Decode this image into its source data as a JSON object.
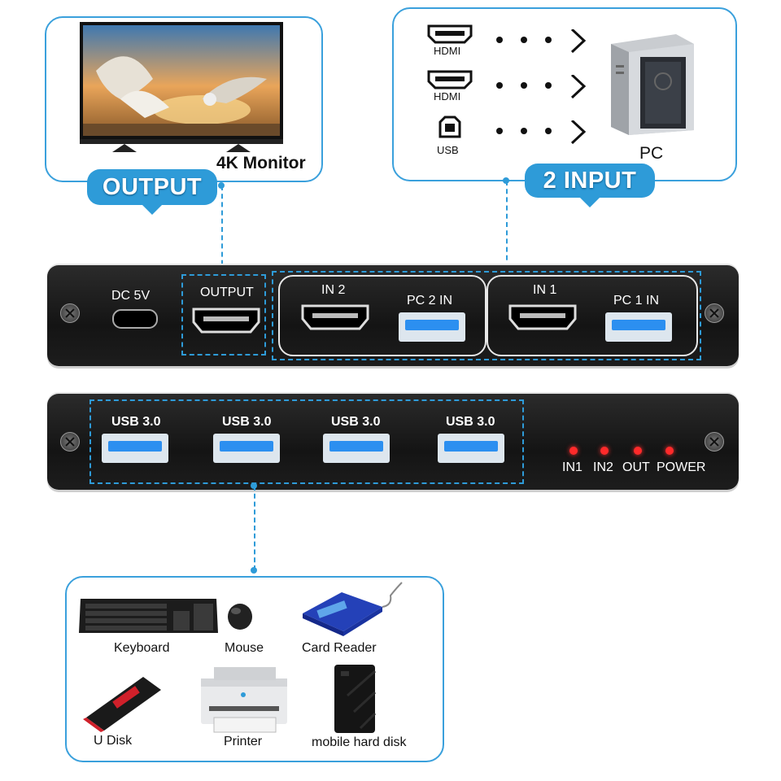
{
  "output_section": {
    "tag": "OUTPUT",
    "device_label": "4K Monitor"
  },
  "input_section": {
    "tag": "2 INPUT",
    "ports": [
      {
        "label": "HDMI",
        "icon": "hdmi-icon"
      },
      {
        "label": "HDMI",
        "icon": "hdmi-icon"
      },
      {
        "label": "USB",
        "icon": "usb-b-icon"
      }
    ],
    "device_label": "PC"
  },
  "front_panel": {
    "dc_label": "DC 5V",
    "output_label": "OUTPUT",
    "in2_label": "IN 2",
    "pc2_label": "PC 2 IN",
    "in1_label": "IN 1",
    "pc1_label": "PC 1 IN"
  },
  "rear_panel": {
    "usb_ports": [
      "USB 3.0",
      "USB 3.0",
      "USB 3.0",
      "USB 3.0"
    ],
    "indicators": [
      "IN1",
      "IN2",
      "OUT",
      "POWER"
    ],
    "indicator_color": "#ff2a2a"
  },
  "peripherals": {
    "items": [
      "Keyboard",
      "Mouse",
      "Card Reader",
      "U Disk",
      "Printer",
      "mobile hard disk"
    ]
  },
  "colors": {
    "accent": "#2e9bd8",
    "panel": "#1a1a1a",
    "usb_blue": "#2c8ff0"
  }
}
